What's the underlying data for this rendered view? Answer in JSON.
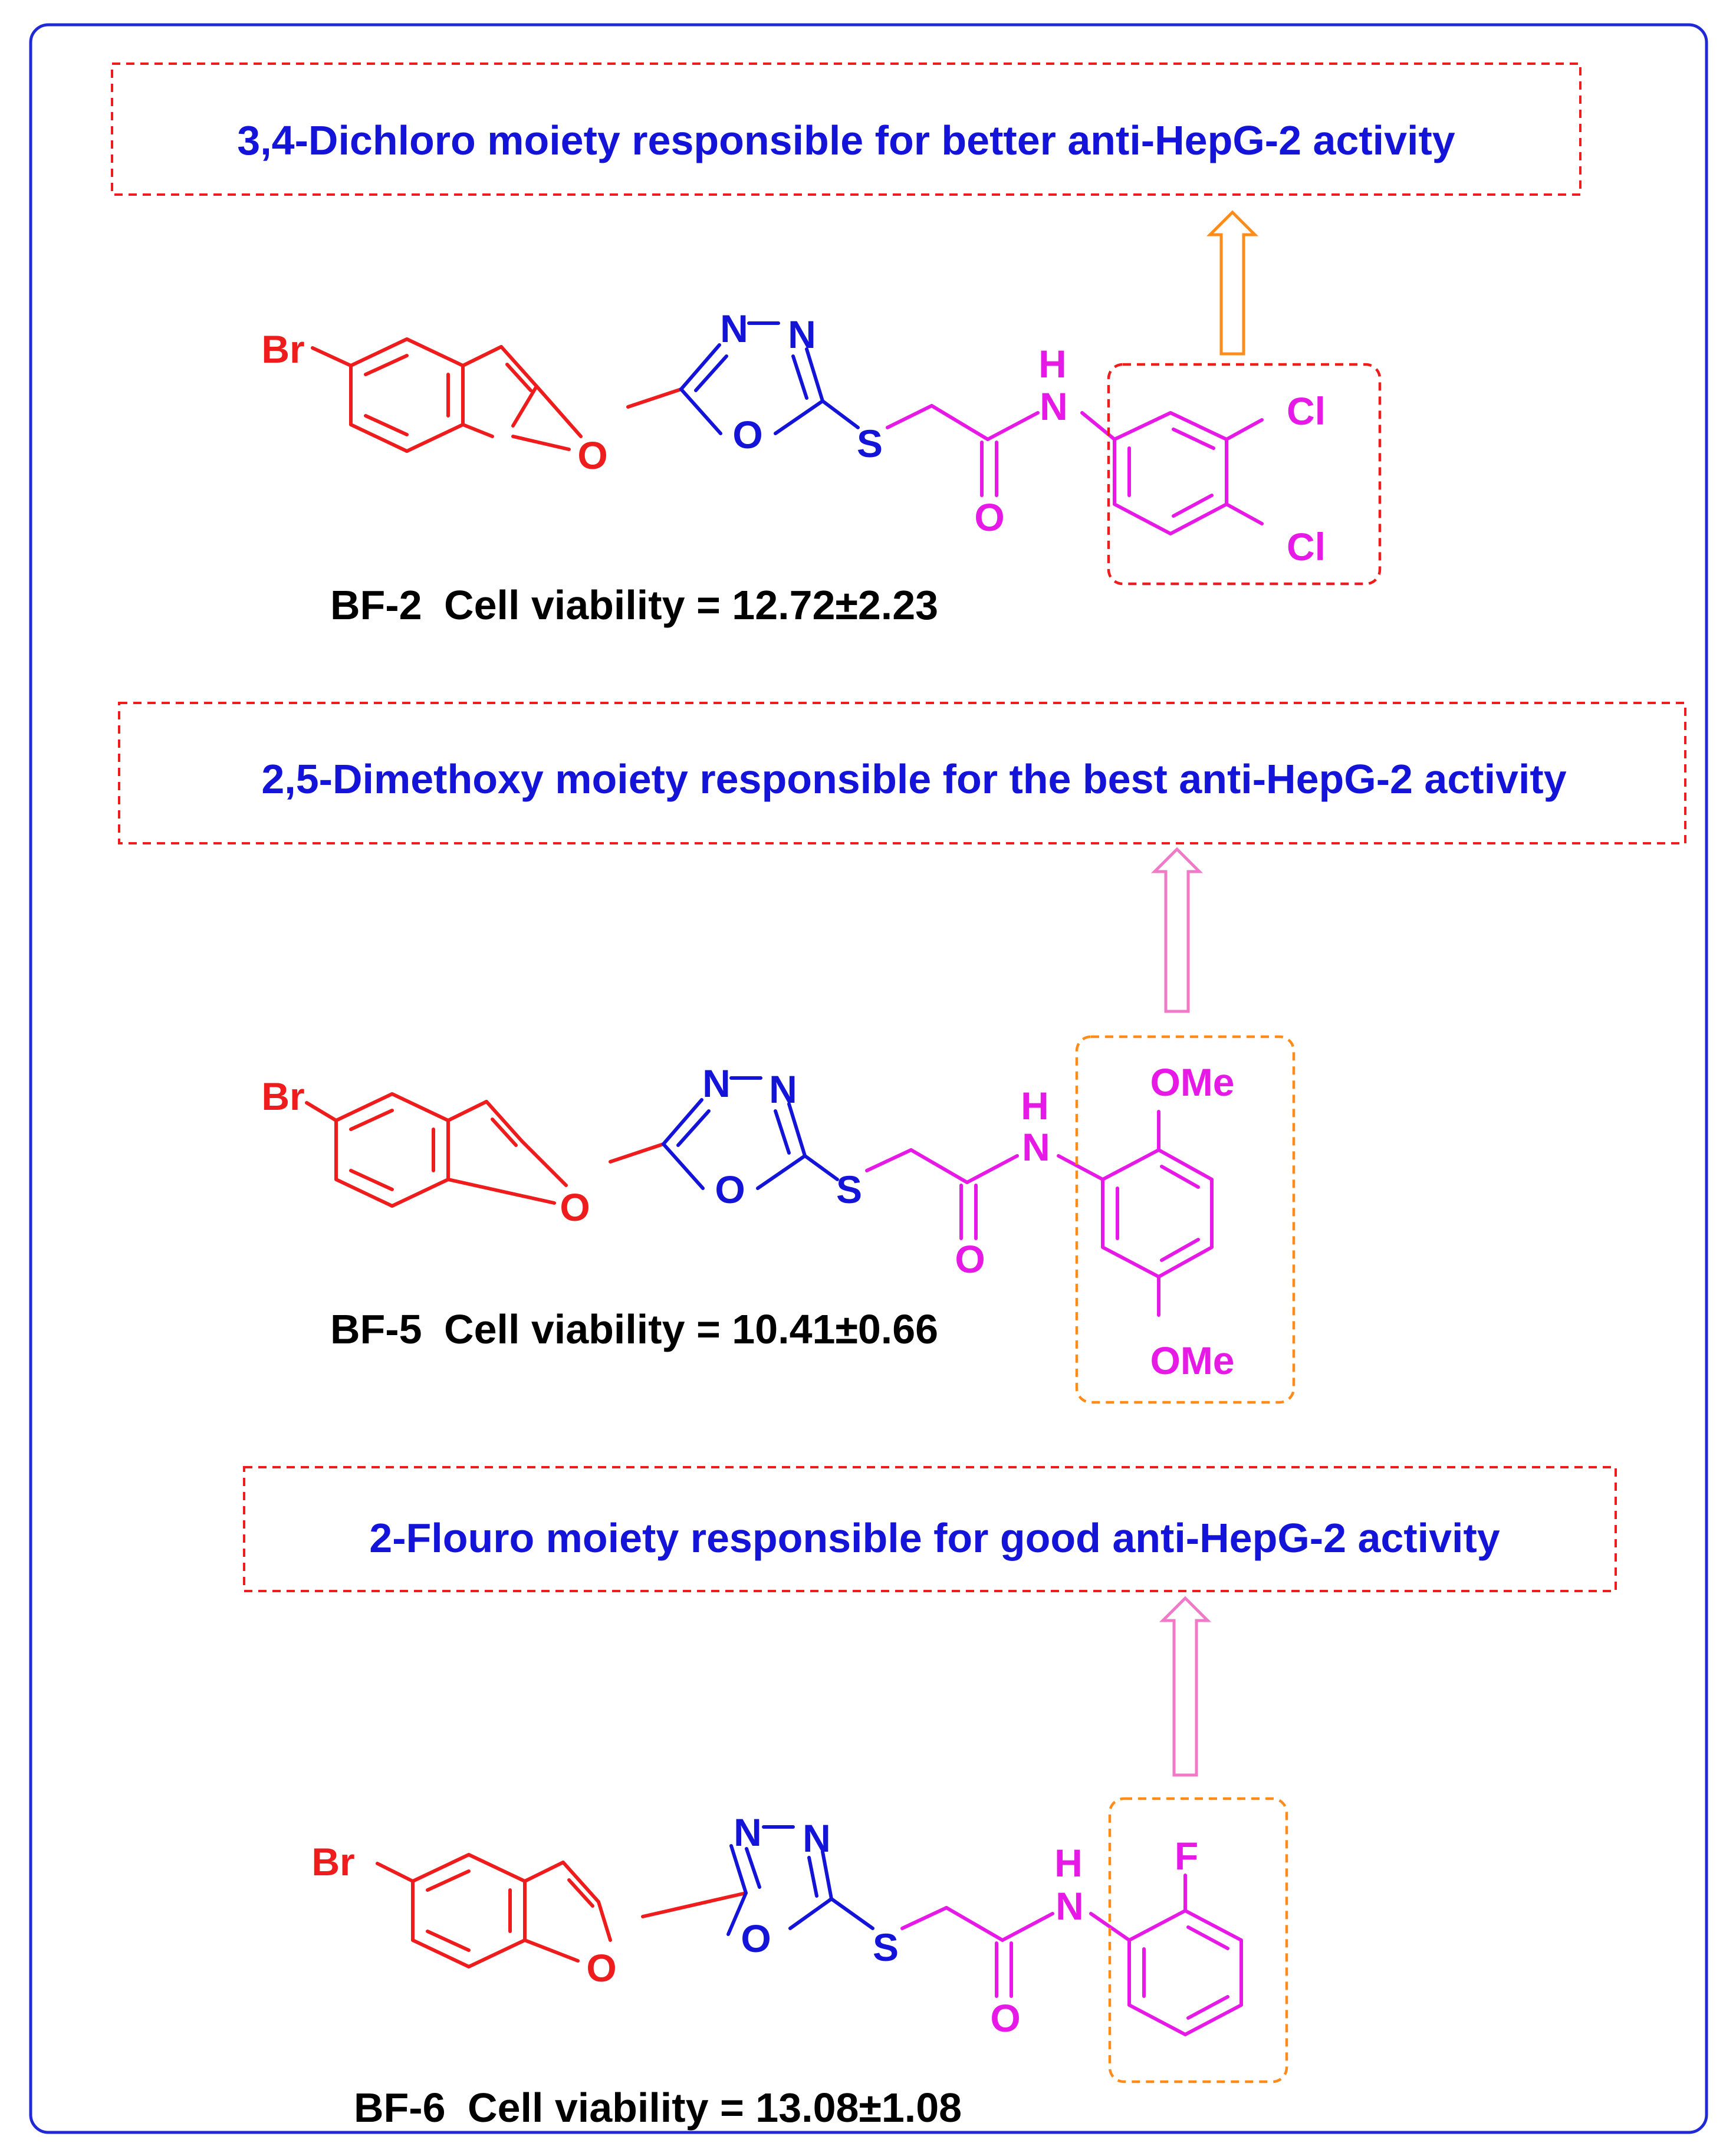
{
  "colors": {
    "frame": "#1f2ad6",
    "benzofuran": "#ee1c1c",
    "oxadiazole": "#1414d8",
    "linker": "#e619e6",
    "note_text": "#1414d8",
    "note_border": "#ee1c1c",
    "highlight_bf2": "#ee1c1c",
    "highlight_bf5": "#ff8c1a",
    "highlight_bf6": "#ff8c1a",
    "arrow_bf2": "#ff8c1a",
    "arrow_bf5": "#f07ac8",
    "arrow_bf6": "#f07ac8"
  },
  "atoms": {
    "br": "Br",
    "o": "O",
    "n": "N",
    "s": "S",
    "h": "H",
    "cl": "Cl",
    "ome": "OMe",
    "f": "F"
  },
  "compounds": [
    {
      "note": "3,4-Dichloro moiety responsible for better anti-HepG-2 activity",
      "code": "BF-2",
      "result": "Cell viability = 12.72±2.23",
      "substituent": "3,4-dichlorophenyl"
    },
    {
      "note": "2,5-Dimethoxy moiety responsible for the best anti-HepG-2 activity",
      "code": "BF-5",
      "result": "Cell viability = 10.41±0.66",
      "substituent": "2,5-dimethoxyphenyl"
    },
    {
      "note": "2-Flouro moiety responsible for good anti-HepG-2 activity",
      "code": "BF-6",
      "result": "Cell viability = 13.08±1.08",
      "substituent": "2-fluorophenyl"
    }
  ]
}
